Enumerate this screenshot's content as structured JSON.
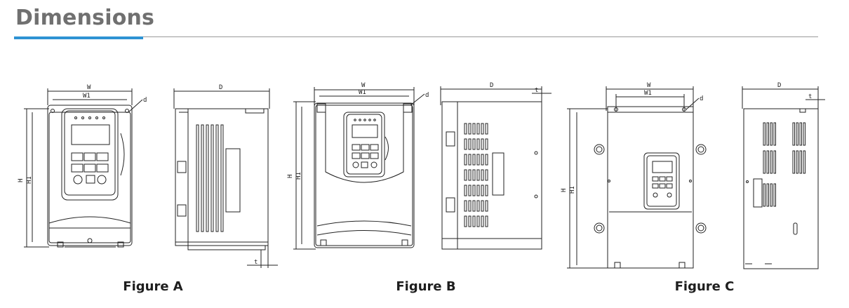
{
  "header": {
    "title": "Dimensions"
  },
  "labels": {
    "w": "W",
    "w1": "W1",
    "h": "H",
    "h1": "H1",
    "d": "D",
    "d_small": "d",
    "t": "t"
  },
  "figures": [
    {
      "caption": "Figure A"
    },
    {
      "caption": "Figure B"
    },
    {
      "caption": "Figure C"
    }
  ],
  "colors": {
    "accent": "#2e93d3",
    "title": "#707070",
    "line": "#222222"
  }
}
